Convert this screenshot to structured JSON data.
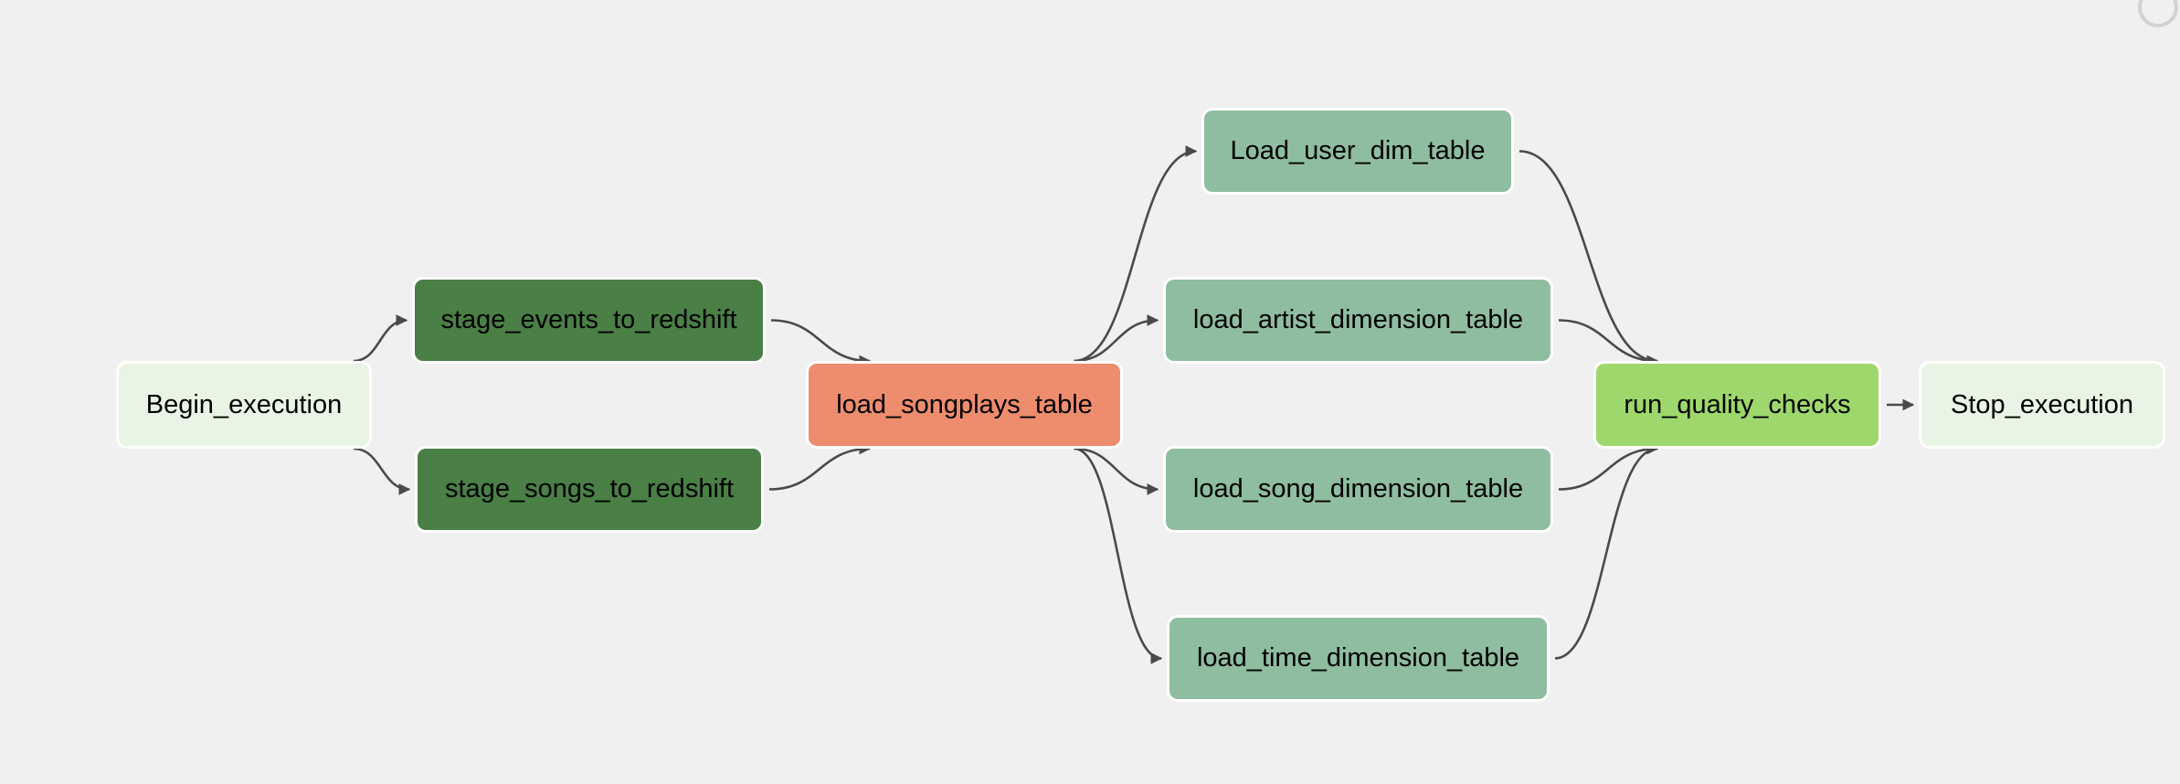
{
  "diagram": {
    "nodes": [
      {
        "id": "begin",
        "label": "Begin_execution",
        "color": "#e8f5e4"
      },
      {
        "id": "stage_events",
        "label": "stage_events_to_redshift",
        "color": "#4a7f46"
      },
      {
        "id": "stage_songs",
        "label": "stage_songs_to_redshift",
        "color": "#4a7f46"
      },
      {
        "id": "songplays",
        "label": "load_songplays_table",
        "color": "#ed8d6e"
      },
      {
        "id": "user_dim",
        "label": "Load_user_dim_table",
        "color": "#8fbd9f"
      },
      {
        "id": "artist_dim",
        "label": "load_artist_dimension_table",
        "color": "#8fbd9f"
      },
      {
        "id": "song_dim",
        "label": "load_song_dimension_table",
        "color": "#8fbd9f"
      },
      {
        "id": "time_dim",
        "label": "load_time_dimension_table",
        "color": "#8fbd9f"
      },
      {
        "id": "quality",
        "label": "run_quality_checks",
        "color": "#9ed86c"
      },
      {
        "id": "stop",
        "label": "Stop_execution",
        "color": "#e8f5e4"
      }
    ],
    "edges": [
      {
        "from": "begin",
        "to": "stage_events"
      },
      {
        "from": "begin",
        "to": "stage_songs"
      },
      {
        "from": "stage_events",
        "to": "songplays"
      },
      {
        "from": "stage_songs",
        "to": "songplays"
      },
      {
        "from": "songplays",
        "to": "user_dim"
      },
      {
        "from": "songplays",
        "to": "artist_dim"
      },
      {
        "from": "songplays",
        "to": "song_dim"
      },
      {
        "from": "songplays",
        "to": "time_dim"
      },
      {
        "from": "user_dim",
        "to": "quality"
      },
      {
        "from": "artist_dim",
        "to": "quality"
      },
      {
        "from": "song_dim",
        "to": "quality"
      },
      {
        "from": "time_dim",
        "to": "quality"
      },
      {
        "from": "quality",
        "to": "stop"
      }
    ]
  }
}
